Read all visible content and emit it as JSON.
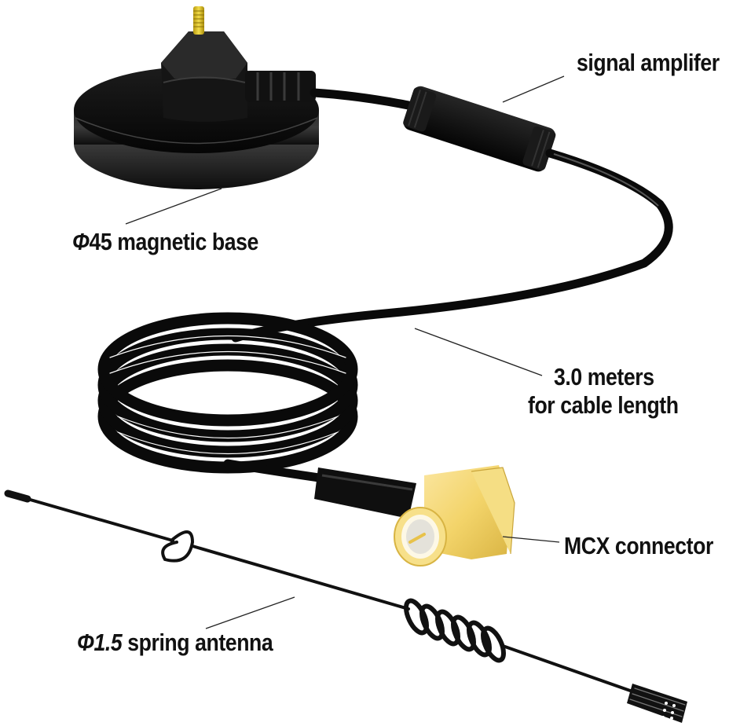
{
  "diagram": {
    "subject": "magnetic base antenna with MCX connector",
    "background": "#ffffff",
    "colors": {
      "rubber_black": "#111111",
      "highlight": "#5a5a5a",
      "gold": "#f3d46a",
      "gold_dark": "#d9b443",
      "leader_line": "#222222"
    },
    "callouts": [
      {
        "id": "amplifier",
        "text": "signal amplifer"
      },
      {
        "id": "base",
        "symbol": "Φ",
        "value": "45",
        "text": " magnetic base"
      },
      {
        "id": "cable_line1",
        "text": "3.0 meters"
      },
      {
        "id": "cable_line2",
        "text": "for cable length"
      },
      {
        "id": "connector",
        "text": "MCX connector"
      },
      {
        "id": "antenna",
        "symbol": "Φ1.5",
        "text": " spring antenna"
      }
    ]
  }
}
